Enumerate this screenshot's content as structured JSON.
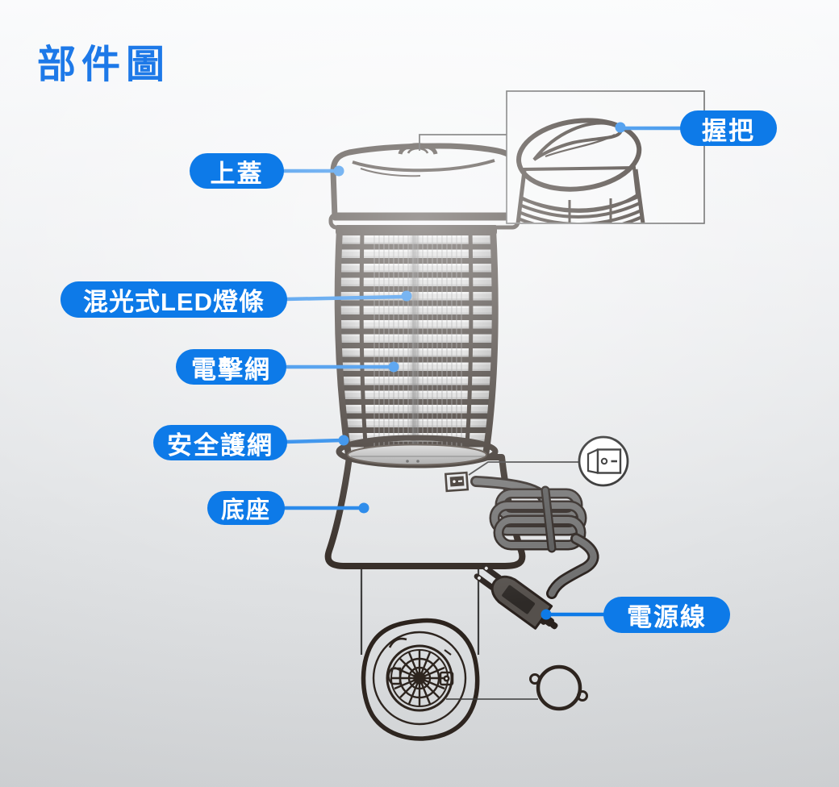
{
  "title": "部件圖",
  "colors": {
    "accent": "#0d7ae8",
    "title": "#1d79e8",
    "line_art": "#2c231d"
  },
  "callouts": {
    "top_cover": {
      "label": "上蓋"
    },
    "handle": {
      "label": "握把"
    },
    "led_strip": {
      "label": "混光式LED燈條"
    },
    "electric_grid": {
      "label": "電擊網"
    },
    "safety_net": {
      "label": "安全護網"
    },
    "base": {
      "label": "底座"
    },
    "power_cord": {
      "label": "電源線"
    }
  },
  "icons": {
    "power_switch": "rocker-switch-on-off",
    "switch_magnifier": "magnifier-circle",
    "handle_inset": "top-view-handle-closeup",
    "drain_grille": "base-underside-grille",
    "tray_cap": "round-tray-cap-with-tabs",
    "plug": "two-prong-power-plug"
  }
}
